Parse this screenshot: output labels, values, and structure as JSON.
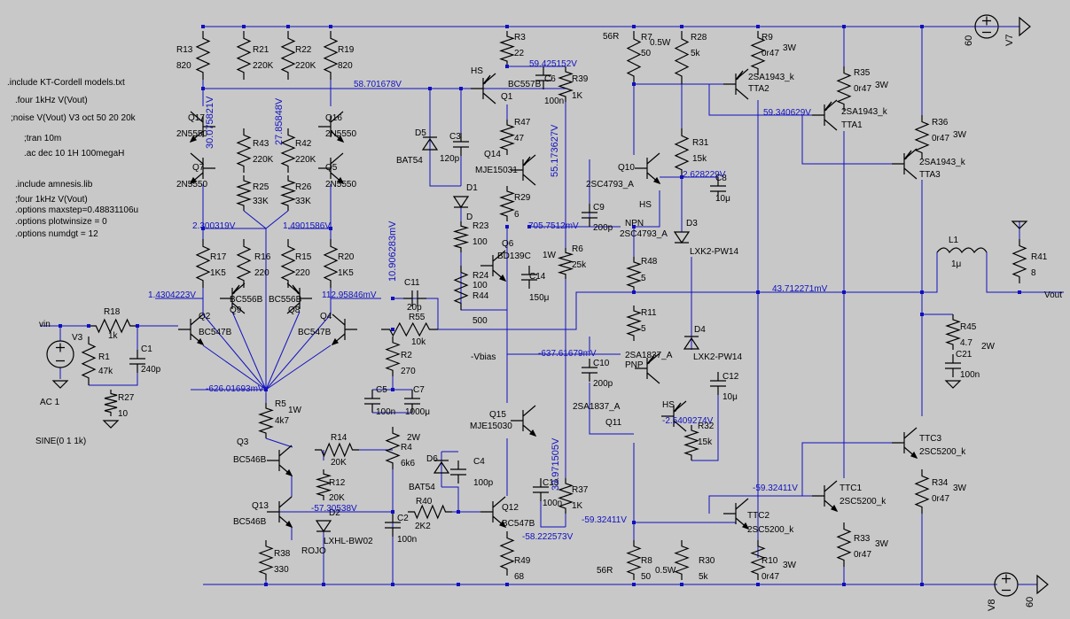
{
  "directives": [
    ".include KT-Cordell models.txt",
    ".four 1kHz V(Vout)",
    ";noise V(Vout) V3 oct 50 20 20k",
    ";tran 10m",
    ".ac dec 10 1H 100megaH",
    ".include amnesis.lib",
    ";four 1kHz V(Vout)",
    ".options maxstep=0.48831106u",
    ".options plotwinsize = 0",
    ".options numdgt = 12"
  ],
  "components": {
    "r13": [
      "R13",
      "820"
    ],
    "r21": [
      "R21",
      "220K"
    ],
    "r22": [
      "R22",
      "220K"
    ],
    "r19": [
      "R19",
      "820"
    ],
    "q17": [
      "Q17",
      "2N5550"
    ],
    "q16": [
      "Q16",
      "2N5550"
    ],
    "r43": [
      "R43",
      "220K"
    ],
    "r42": [
      "R42",
      "220K"
    ],
    "q7": [
      "Q7",
      "2N5550"
    ],
    "q5": [
      "Q5",
      "2N5550"
    ],
    "r25": [
      "R25",
      "33K"
    ],
    "r26": [
      "R26",
      "33K"
    ],
    "r17": [
      "R17",
      "1K5"
    ],
    "r16": [
      "R16",
      "220"
    ],
    "r15": [
      "R15",
      "220"
    ],
    "r20": [
      "R20",
      "1K5"
    ],
    "q9": [
      "BC556B",
      "Q9"
    ],
    "q8": [
      "BC556B",
      "Q8"
    ],
    "q2": [
      "Q2",
      "BC547B"
    ],
    "q4": [
      "Q4",
      "BC547B"
    ],
    "r18": [
      "R18",
      "1k"
    ],
    "r1": [
      "R1",
      "47k"
    ],
    "c1": [
      "C1",
      "240p"
    ],
    "r27": [
      "R27",
      "10"
    ],
    "v3": [
      "V3",
      "AC 1"
    ],
    "vin": "vin",
    "sine": "SINE(0 1 1k)",
    "r5": [
      "R5",
      "4k7"
    ],
    "r5w": "1W",
    "q3": [
      "Q3",
      "BC546B"
    ],
    "q13": [
      "Q13",
      "BC546B"
    ],
    "r14": [
      "R14",
      "20K"
    ],
    "r12": [
      "R12",
      "20K"
    ],
    "d2": [
      "D2",
      "LXHL-BW02"
    ],
    "rojo": "ROJO",
    "r38": [
      "R38",
      "330"
    ],
    "c11": [
      "C11",
      "20p"
    ],
    "r55": [
      "R55",
      "10k"
    ],
    "r2": [
      "R2",
      "270"
    ],
    "c5": [
      "C5",
      "100n"
    ],
    "c7": [
      "C7",
      "1000μ"
    ],
    "r4": [
      "R4",
      "6k6"
    ],
    "r4w": "2W",
    "d6": [
      "D6",
      "BAT54"
    ],
    "c4": [
      "C4",
      "100p"
    ],
    "r40": [
      "R40",
      "2K2"
    ],
    "c2": [
      "C2",
      "100n"
    ],
    "r3": [
      "R3",
      "22"
    ],
    "q1": [
      "Q1",
      "BC557B"
    ],
    "c6": [
      "C6",
      "100n"
    ],
    "r39": [
      "R39",
      "1K"
    ],
    "d5": [
      "D5",
      "BAT54"
    ],
    "c3": [
      "C3",
      "120p"
    ],
    "hs1": "HS",
    "r47": [
      "R47",
      "47"
    ],
    "q14": [
      "Q14",
      "MJE15031"
    ],
    "d1": [
      "D1",
      "D"
    ],
    "r29": [
      "R29",
      "6"
    ],
    "r23": [
      "R23",
      "100"
    ],
    "q6": [
      "Q6",
      "BD139C"
    ],
    "r24": [
      "R24",
      "100"
    ],
    "r44": [
      "R44",
      "500"
    ],
    "c14": [
      "C14",
      "150μ"
    ],
    "r6": [
      "R6",
      "25k"
    ],
    "r6w": "1W",
    "vbias": "-Vbias",
    "q15": [
      "Q15",
      "MJE15030"
    ],
    "c13": [
      "C13",
      "100n"
    ],
    "r37": [
      "R37",
      "1K"
    ],
    "q12": [
      "Q12",
      "BC547B"
    ],
    "r49": [
      "R49",
      "68"
    ],
    "r7": [
      "R7",
      "50"
    ],
    "r7w": "0.5W",
    "r7t": "56R",
    "r28": [
      "R28",
      "5k"
    ],
    "q10": [
      "Q10",
      "2SC4793_A"
    ],
    "c9": [
      "C9",
      "200p"
    ],
    "q10t": [
      "NPN",
      "2SC4793_A"
    ],
    "hs2": "HS",
    "r31": [
      "R31",
      "15k"
    ],
    "c8": [
      "C8",
      "10μ"
    ],
    "d3": [
      "D3",
      "LXK2-PW14"
    ],
    "r48": [
      "R48",
      "5"
    ],
    "r11": [
      "R11",
      "5"
    ],
    "q11a": [
      "2SA1837_A",
      "PNP"
    ],
    "c10": [
      "C10",
      "200p"
    ],
    "q11": [
      "2SA1837_A",
      "Q11"
    ],
    "hs3": "HS",
    "d4": [
      "D4",
      "LXK2-PW14"
    ],
    "c12": [
      "C12",
      "10μ"
    ],
    "r32": [
      "R32",
      "15k"
    ],
    "r8": [
      "R8",
      "50"
    ],
    "r8w": "0.5W",
    "r8t": "56R",
    "r30": [
      "R30",
      "5k"
    ],
    "r9": [
      "R9",
      "0r47"
    ],
    "r9w": "3W",
    "tta2": [
      "2SA1943_k",
      "TTA2"
    ],
    "r35": [
      "R35",
      "0r47"
    ],
    "r35w": "3W",
    "tta1": [
      "2SA1943_k",
      "TTA1"
    ],
    "r36": [
      "R36",
      "0r47"
    ],
    "r36w": "3W",
    "tta3": [
      "2SA1943_k",
      "TTA3"
    ],
    "l1": [
      "L1",
      "1μ"
    ],
    "r41": [
      "R41",
      "8"
    ],
    "vout": "Vout",
    "r45": [
      "R45",
      "4.7"
    ],
    "r45w": "2W",
    "c21": [
      "C21",
      "100n"
    ],
    "ttc3": [
      "TTC3",
      "2SC5200_k"
    ],
    "r34": [
      "R34",
      "0r47"
    ],
    "r34w": "3W",
    "ttc1": [
      "TTC1",
      "2SC5200_k"
    ],
    "r33": [
      "R33",
      "0r47"
    ],
    "r33w": "3W",
    "ttc2": [
      "TTC2",
      "2SC5200_k"
    ],
    "r10": [
      "R10",
      "0r47"
    ],
    "r10w": "3W",
    "v7": [
      "V7",
      "60"
    ],
    "v8": [
      "V8",
      "60"
    ]
  },
  "voltages": {
    "n1": "58.701678V",
    "n2": "59.425152V",
    "n3": "59.340629V",
    "n4": "2.300319V",
    "n5": "1.4901586V",
    "n6": "1.4304223V",
    "n7": "112.95846mV",
    "n8": "-626.01693mV",
    "n9": "705.7512mV",
    "n10": "2.628229V",
    "n11": "43.712271mV",
    "n12": "-637.61679mV",
    "n13": "-2.5409274V",
    "n14": "-57.30538V",
    "n15": "-58.222573V",
    "n16": "-59.32411V",
    "n17": "-59.32411V",
    "vr1": "30.075821V",
    "vr2": "27.85848V",
    "vr3": "10.906283mV",
    "vr4": "55.173627V",
    "vr5": "33.971505V"
  },
  "colors": {
    "background": "#c8c8c8",
    "wire": "#1010c0",
    "symbol": "#000000",
    "text": "#000000"
  }
}
